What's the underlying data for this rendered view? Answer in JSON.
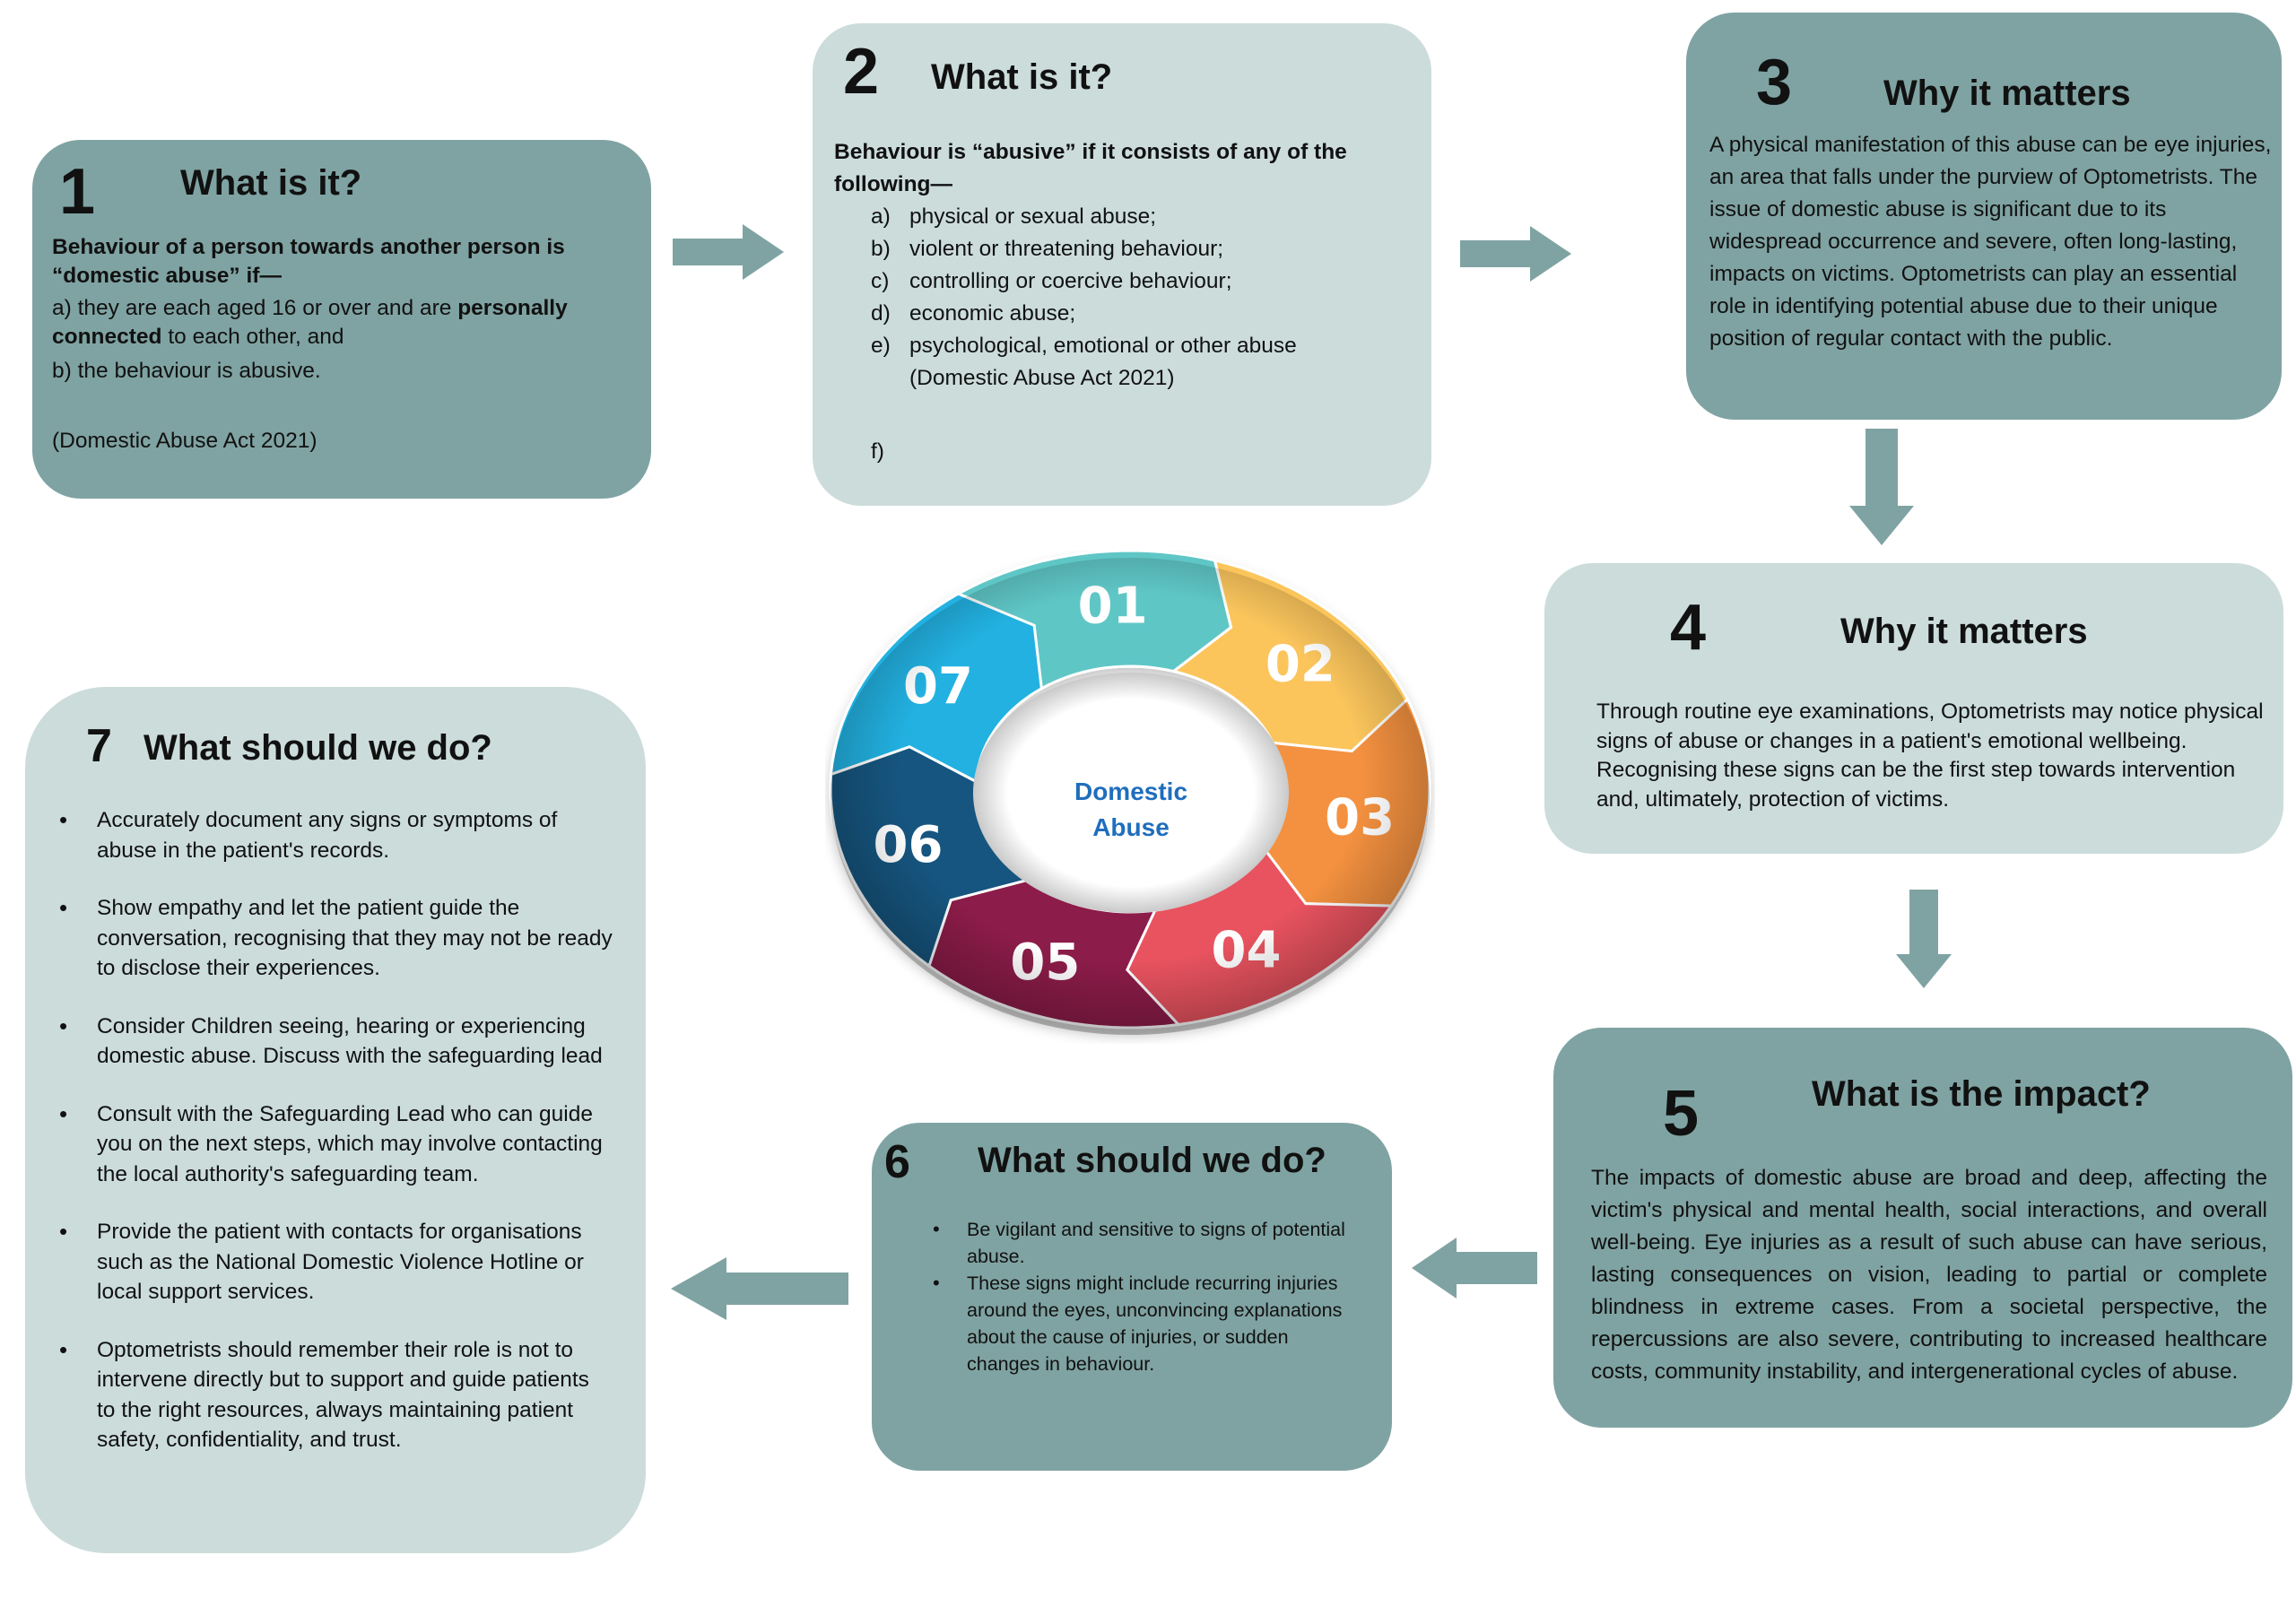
{
  "colors": {
    "box_dark": "#7fa3a2",
    "box_light": "#cbdcdb",
    "arrow": "#7fa3a2",
    "center_text": "#1f6ebd"
  },
  "box1": {
    "number": "1",
    "title": "What is it?",
    "intro": "Behaviour of a person towards another person is “domestic abuse” if—",
    "a_prefix": "a) they are each aged 16 or over and are ",
    "a_bold": "personally connected",
    "a_suffix": " to each other, and",
    "b": "b) the behaviour is abusive.",
    "source": "(Domestic Abuse Act 2021)"
  },
  "box2": {
    "number": "2",
    "title": "What is it?",
    "intro": "Behaviour is “abusive” if it consists of any of the following—",
    "items": [
      {
        "letter": "a)",
        "text": "physical or sexual abuse;"
      },
      {
        "letter": "b)",
        "text": "violent or threatening behaviour;"
      },
      {
        "letter": "c)",
        "text": "controlling or coercive behaviour;"
      },
      {
        "letter": "d)",
        "text": "economic abuse;"
      },
      {
        "letter": "e)",
        "text": "psychological, emotional or other abuse"
      }
    ],
    "source": "(Domestic Abuse Act 2021)",
    "f_label": "f)"
  },
  "box3": {
    "number": "3",
    "title": "Why it matters",
    "body": "A physical manifestation of this abuse can be eye injuries, an area that falls under the purview of Optometrists. The issue of domestic abuse is significant due to its widespread occurrence and severe, often long-lasting, impacts on victims.  Optometrists can play an essential role in identifying potential abuse due to their unique position of regular contact with the public."
  },
  "box4": {
    "number": "4",
    "title": "Why it matters",
    "body": "Through routine eye examinations,  Optometrists may notice physical signs of abuse or changes in a patient's emotional wellbeing. Recognising these signs can be the first step towards intervention and, ultimately, protection of victims."
  },
  "box5": {
    "number": "5",
    "title": "What is the impact?",
    "body": "The impacts of domestic abuse are broad and deep, affecting the victim's physical and mental health, social interactions, and overall well-being. Eye injuries as a result of such abuse can have serious, lasting consequences on vision, leading to partial or complete blindness in extreme cases. From a societal perspective, the repercussions are also severe, contributing to increased healthcare costs, community instability, and intergenerational cycles of abuse."
  },
  "box6": {
    "number": "6",
    "title": "What should we do?",
    "items": [
      "Be vigilant and sensitive to signs of potential abuse.",
      "These signs might include recurring injuries around the eyes, unconvincing explanations about the cause of injuries, or sudden changes in behaviour."
    ]
  },
  "box7": {
    "number": "7",
    "title": "What should we do?",
    "items": [
      "Accurately document any signs or symptoms of abuse in the patient's records.",
      "Show empathy and let the patient guide the conversation, recognising that they may not be ready to disclose their experiences.",
      "Consider Children seeing, hearing or experiencing domestic abuse. Discuss with the safeguarding lead",
      "Consult with the Safeguarding Lead who can guide you on the next steps, which may involve contacting the local authority's safeguarding team.",
      "Provide the patient with contacts for organisations such as the National Domestic Violence Hotline or local support services.",
      " Optometrists should remember their role is not to intervene directly but to support and guide patients to the right resources, always maintaining patient safety, confidentiality, and trust."
    ]
  },
  "cycle": {
    "center_line1": "Domestic",
    "center_line2": "Abuse",
    "segments": [
      {
        "label": "01",
        "color": "#5ec6c6"
      },
      {
        "label": "02",
        "color": "#fbc55c"
      },
      {
        "label": "03",
        "color": "#f4913f"
      },
      {
        "label": "04",
        "color": "#e8525f"
      },
      {
        "label": "05",
        "color": "#8c1c4a"
      },
      {
        "label": "06",
        "color": "#17557f"
      },
      {
        "label": "07",
        "color": "#21b1e1"
      }
    ]
  }
}
